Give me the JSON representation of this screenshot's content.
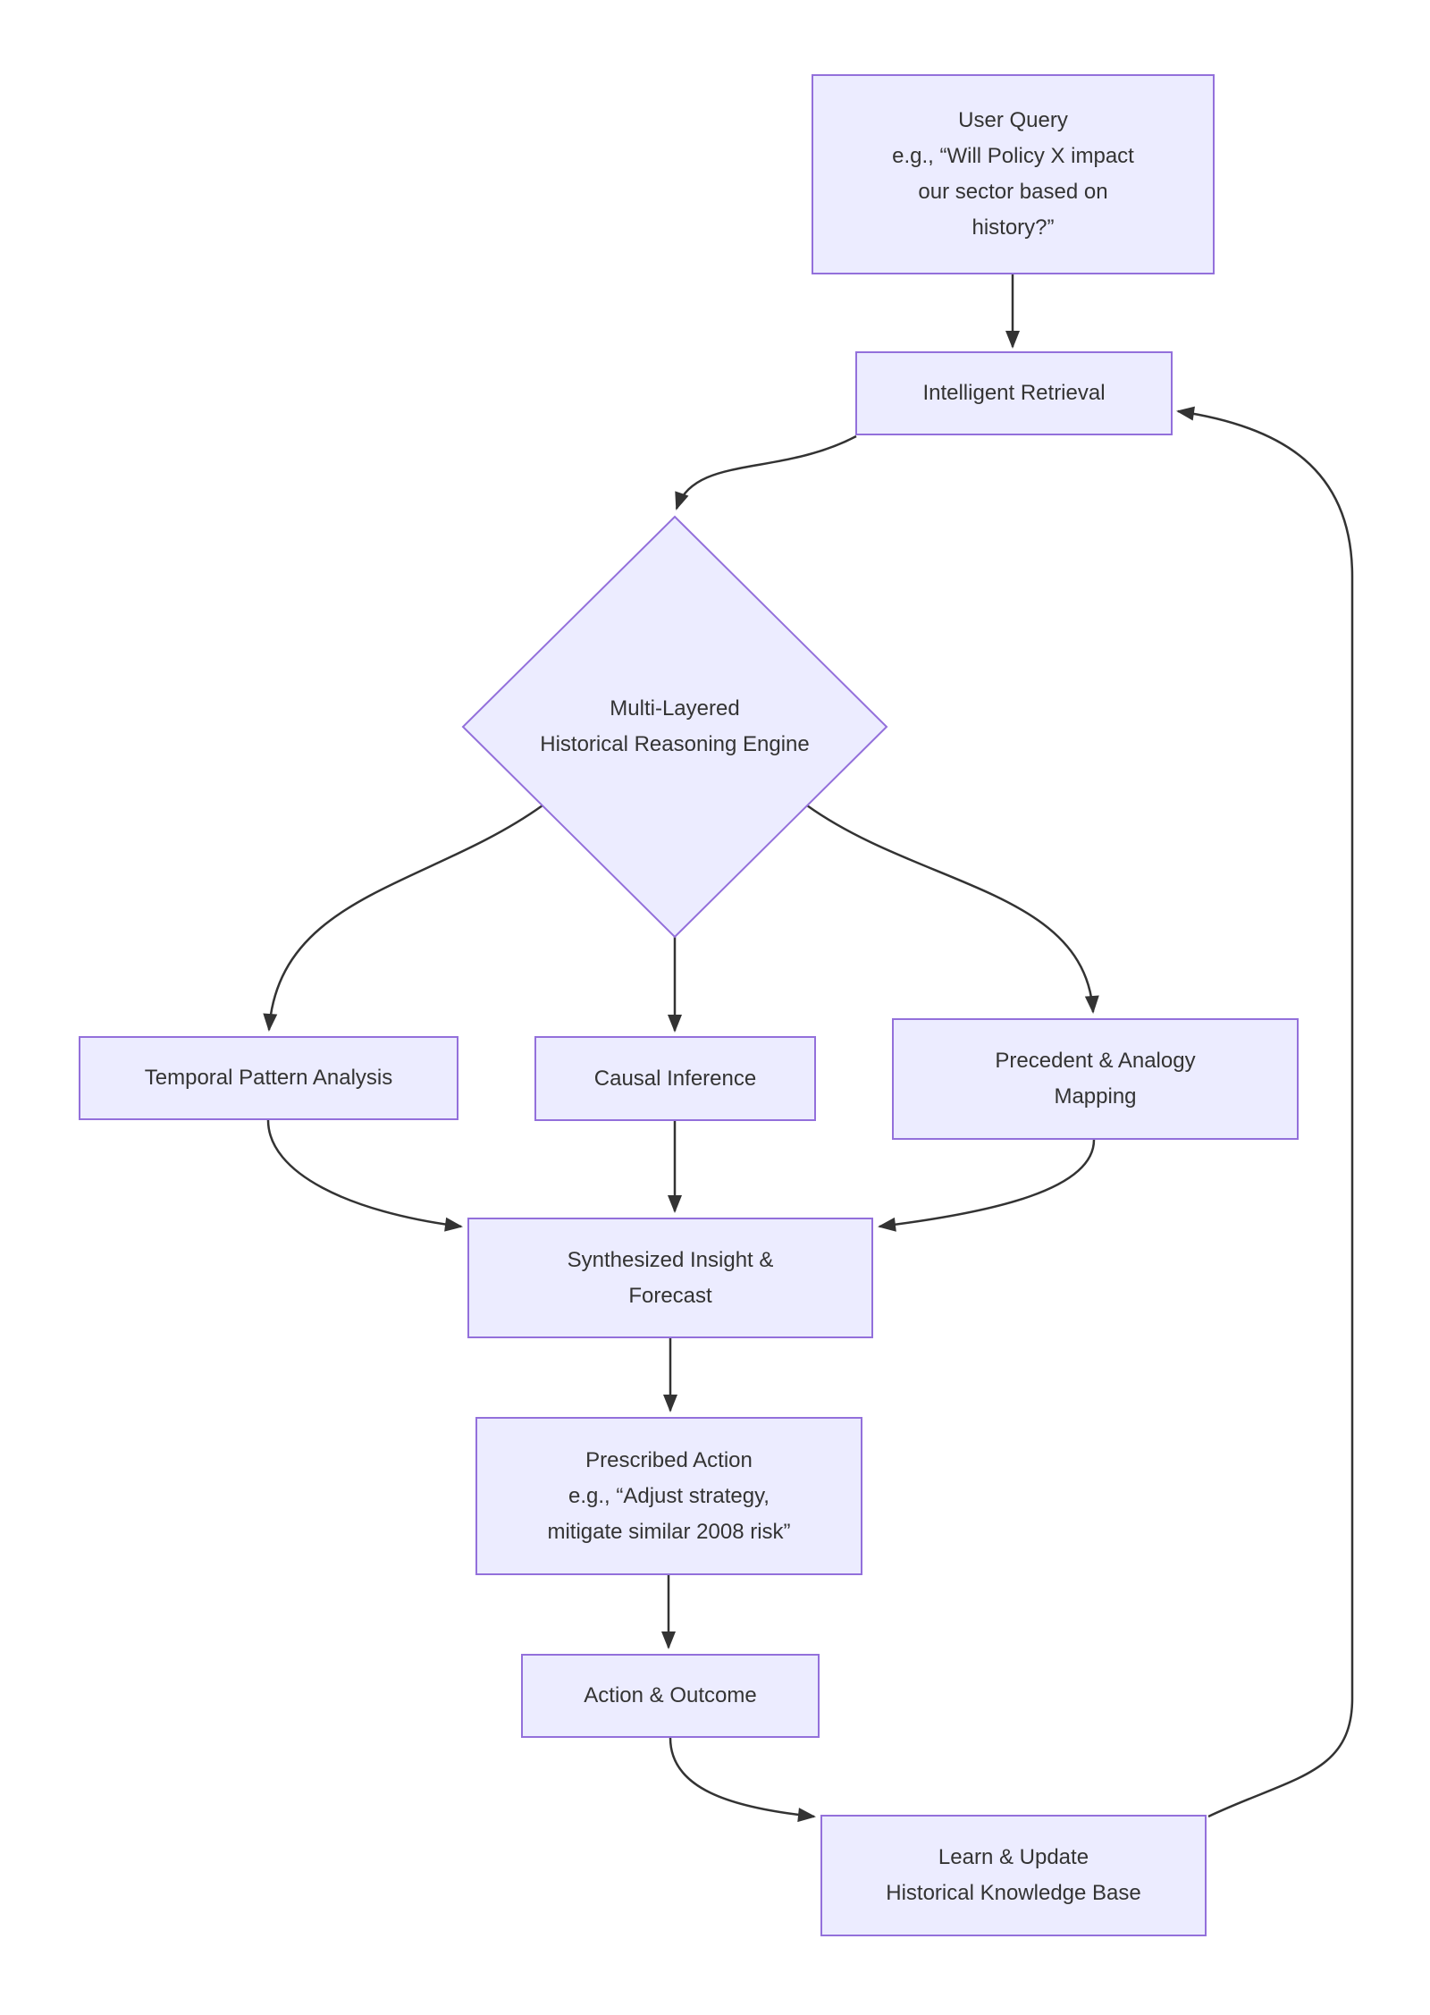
{
  "theme": {
    "background": "#ffffff",
    "node_fill": "#ececff",
    "node_border": "#9370db",
    "edge_color": "#333333",
    "text_color": "#333333"
  },
  "diagram": {
    "type": "flowchart",
    "direction": "top-down",
    "nodes": {
      "user_query": {
        "label": "User Query\ne.g., “Will Policy X impact\nour sector based on\nhistory?”"
      },
      "intelligent_retrieval": {
        "label": "Intelligent Retrieval"
      },
      "reasoning_engine": {
        "label": "Multi-Layered\nHistorical Reasoning Engine",
        "shape": "diamond"
      },
      "temporal_pattern_analysis": {
        "label": "Temporal Pattern Analysis"
      },
      "causal_inference": {
        "label": "Causal Inference"
      },
      "precedent_analogy_mapping": {
        "label": "Precedent & Analogy\nMapping"
      },
      "synthesized_insight_forecast": {
        "label": "Synthesized Insight &\nForecast"
      },
      "prescribed_action": {
        "label": "Prescribed Action\ne.g., “Adjust strategy,\nmitigate similar 2008 risk”"
      },
      "action_outcome": {
        "label": "Action & Outcome"
      },
      "learn_update": {
        "label": "Learn & Update\nHistorical Knowledge Base"
      }
    },
    "edges": [
      {
        "from": "user_query",
        "to": "intelligent_retrieval"
      },
      {
        "from": "intelligent_retrieval",
        "to": "reasoning_engine"
      },
      {
        "from": "reasoning_engine",
        "to": "temporal_pattern_analysis"
      },
      {
        "from": "reasoning_engine",
        "to": "causal_inference"
      },
      {
        "from": "reasoning_engine",
        "to": "precedent_analogy_mapping"
      },
      {
        "from": "temporal_pattern_analysis",
        "to": "synthesized_insight_forecast"
      },
      {
        "from": "causal_inference",
        "to": "synthesized_insight_forecast"
      },
      {
        "from": "precedent_analogy_mapping",
        "to": "synthesized_insight_forecast"
      },
      {
        "from": "synthesized_insight_forecast",
        "to": "prescribed_action"
      },
      {
        "from": "prescribed_action",
        "to": "action_outcome"
      },
      {
        "from": "action_outcome",
        "to": "learn_update"
      },
      {
        "from": "learn_update",
        "to": "intelligent_retrieval"
      }
    ]
  }
}
